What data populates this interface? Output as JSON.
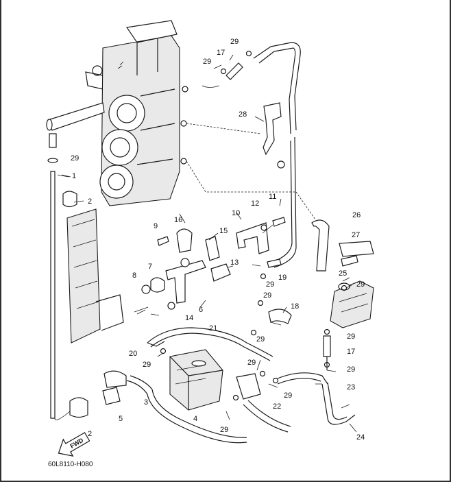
{
  "diagram": {
    "drawing_code": "60L8110-H080",
    "direction_marker": "FWD",
    "callouts": [
      "1",
      "2",
      "2",
      "3",
      "4",
      "5",
      "6",
      "7",
      "8",
      "9",
      "10",
      "11",
      "12",
      "13",
      "14",
      "15",
      "16",
      "17",
      "17",
      "18",
      "19",
      "20",
      "21",
      "22",
      "23",
      "24",
      "25",
      "26",
      "27",
      "28",
      "29",
      "29",
      "29",
      "29",
      "29",
      "29",
      "29",
      "29",
      "29",
      "29",
      "29",
      "29"
    ]
  }
}
